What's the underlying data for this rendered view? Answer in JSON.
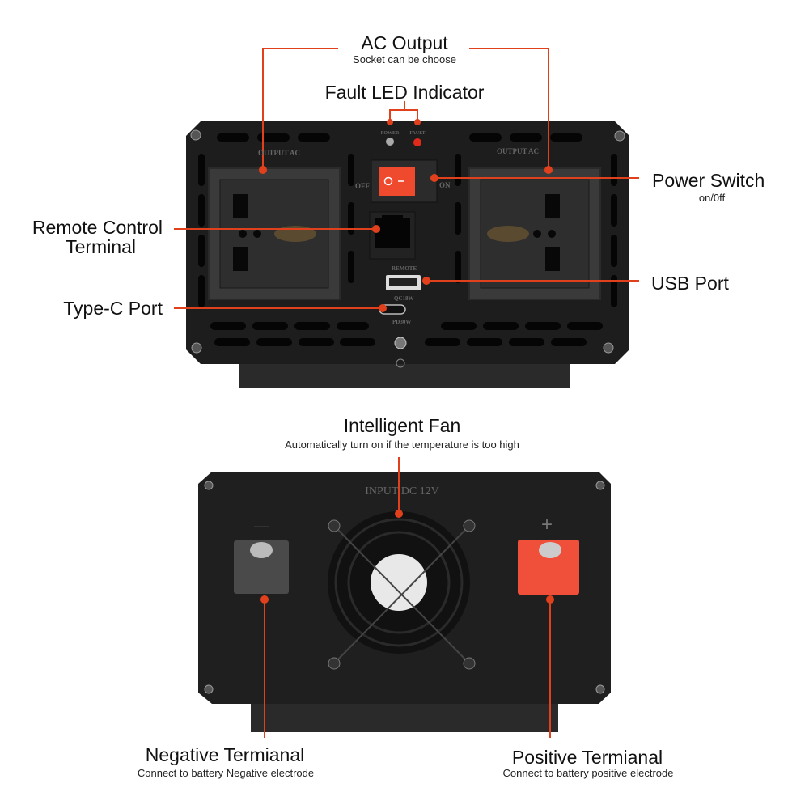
{
  "callouts": {
    "ac_output": {
      "title": "AC Output",
      "subtitle": "Socket can be choose"
    },
    "fault_led": {
      "title": "Fault LED Indicator"
    },
    "power_switch": {
      "title": "Power Switch",
      "subtitle": "on/0ff"
    },
    "remote_control": {
      "title_line1": "Remote Control",
      "title_line2": "Terminal"
    },
    "usb_port": {
      "title": "USB Port"
    },
    "type_c_port": {
      "title": "Type-C Port"
    },
    "intelligent_fan": {
      "title": "Intelligent Fan",
      "subtitle": "Automatically turn on if the temperature is too high"
    },
    "negative_terminal": {
      "title": "Negative Termianal",
      "subtitle": "Connect to battery Negative electrode"
    },
    "positive_terminal": {
      "title": "Positive Termianal",
      "subtitle": "Connect to battery positive electrode"
    }
  },
  "front_panel": {
    "output_ac_label": "OUTPUT AC",
    "power_led_label": "POWER",
    "fault_led_label": "FAULT",
    "switch_off": "OFF",
    "switch_on": "ON",
    "remote_label": "REMOTE",
    "usb_rating": "QC18W",
    "typec_rating": "PD30W"
  },
  "rear_panel": {
    "input_label": "INPUT DC 12V",
    "negative_symbol": "—",
    "positive_symbol": "+"
  },
  "colors": {
    "accent": "#e0401c",
    "panel": "#1c1c1c",
    "switch_red": "#ef4a2e",
    "terminal_red": "#f0503a",
    "terminal_gray": "#4a4a4a"
  }
}
